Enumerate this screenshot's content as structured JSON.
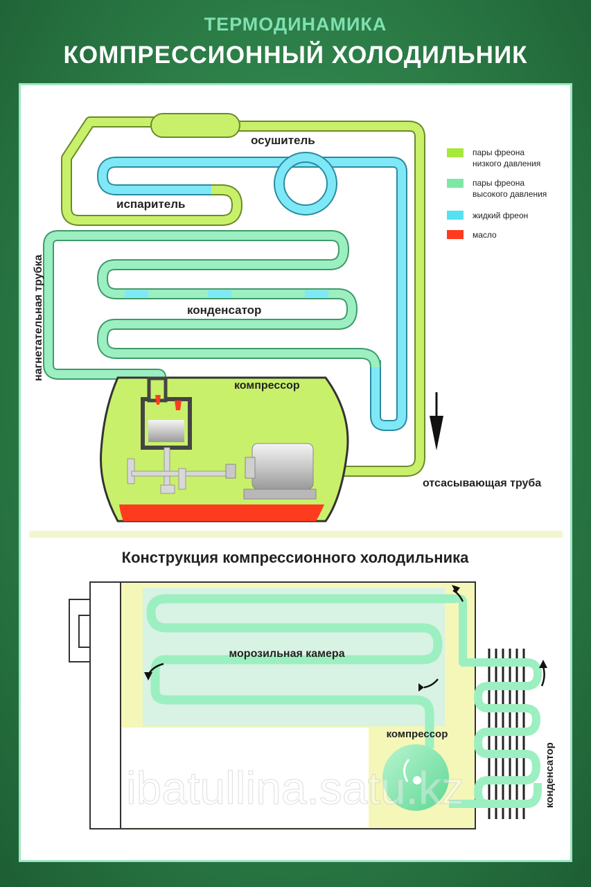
{
  "header": {
    "subject": "ТЕРМОДИНАМИКА",
    "title": "КОМПРЕССИОННЫЙ ХОЛОДИЛЬНИК"
  },
  "scheme": {
    "labels": {
      "dryer": "осушитель",
      "evaporator": "испаритель",
      "discharge_tube": "нагнетательная трубка",
      "condenser": "конденсатор",
      "compressor": "компрессор",
      "suction_tube": "отсасывающая труба"
    },
    "legend": [
      {
        "line1": "пары фреона",
        "line2": "низкого давления",
        "color": "#a6e83c"
      },
      {
        "line1": "пары фреона",
        "line2": "высокого давления",
        "color": "#7de8a4"
      },
      {
        "line1": "жидкий фреон",
        "line2": "",
        "color": "#56e0f2"
      },
      {
        "line1": "масло",
        "line2": "",
        "color": "#ff3b1f"
      }
    ]
  },
  "construction": {
    "title": "Конструкция компрессионного холодильника",
    "freezer_label": "морозильная камера",
    "compressor_label": "компрессор",
    "condenser_label": "конденсатор"
  },
  "watermark": "ibatullina.satu.kz"
}
